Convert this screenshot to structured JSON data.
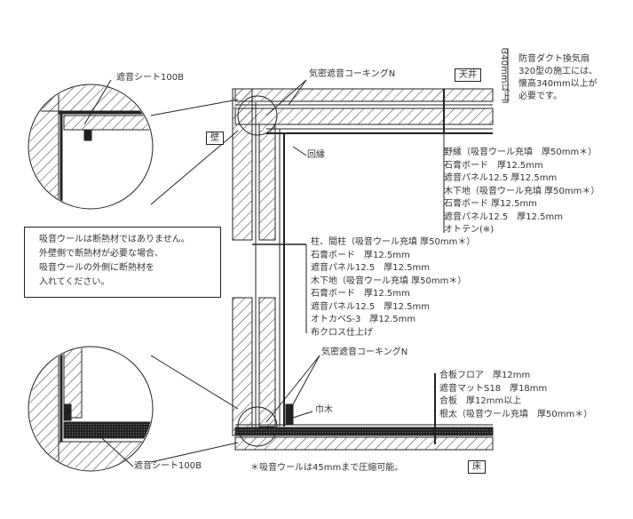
{
  "labels": {
    "sheet_top": "遮音シート100B",
    "sheet_bottom": "遮音シート100B",
    "caulking_top": "気密遮音コーキングN",
    "caulking_bottom": "気密遮音コーキングN",
    "ceiling_tag": "天井",
    "wall_tag": "壁",
    "floor_tag": "床",
    "edge": "回縁",
    "baseboard": "巾木",
    "height_dim": "340mm以上",
    "footnote": "＊吸音ウールは45mmまで圧縮可能。"
  },
  "duct_note": [
    "防音ダクト換気扇",
    "320型の施工には、",
    "懐高340mm以上が",
    "必要です。"
  ],
  "insulation_note": [
    "吸音ウールは断熱材ではありません。",
    "外壁側で断熱材が必要な場合、",
    "吸音ウールの外側に断熱材を",
    "入れてください。"
  ],
  "ceiling_layers": [
    "野縁（吸音ウール充填　厚50mm＊）",
    "石膏ボード　厚12.5mm",
    "遮音パネル12.5 厚12.5mm",
    "木下地（吸音ウール充填 厚50mm＊）",
    "石膏ボード 厚12.5mm",
    "遮音パネル12.5　厚12.5mm",
    "オトテン(※)"
  ],
  "wall_layers": [
    "柱、間柱（吸音ウール充填 厚50mm＊）",
    "石膏ボード　厚12.5mm",
    "遮音パネル12.5　厚12.5mm",
    "木下地（吸音ウール充填 厚50mm＊）",
    "石膏ボード　厚12.5mm",
    "遮音パネル12.5　厚12.5mm",
    "オトカベS-3　厚12.5mm",
    "布クロス仕上げ"
  ],
  "floor_layers": [
    "合板フロア　厚12mm",
    "遮音マットS18　厚18mm",
    "合板　厚12mm以上",
    "根太（吸音ウール充填　厚50mm＊）"
  ]
}
